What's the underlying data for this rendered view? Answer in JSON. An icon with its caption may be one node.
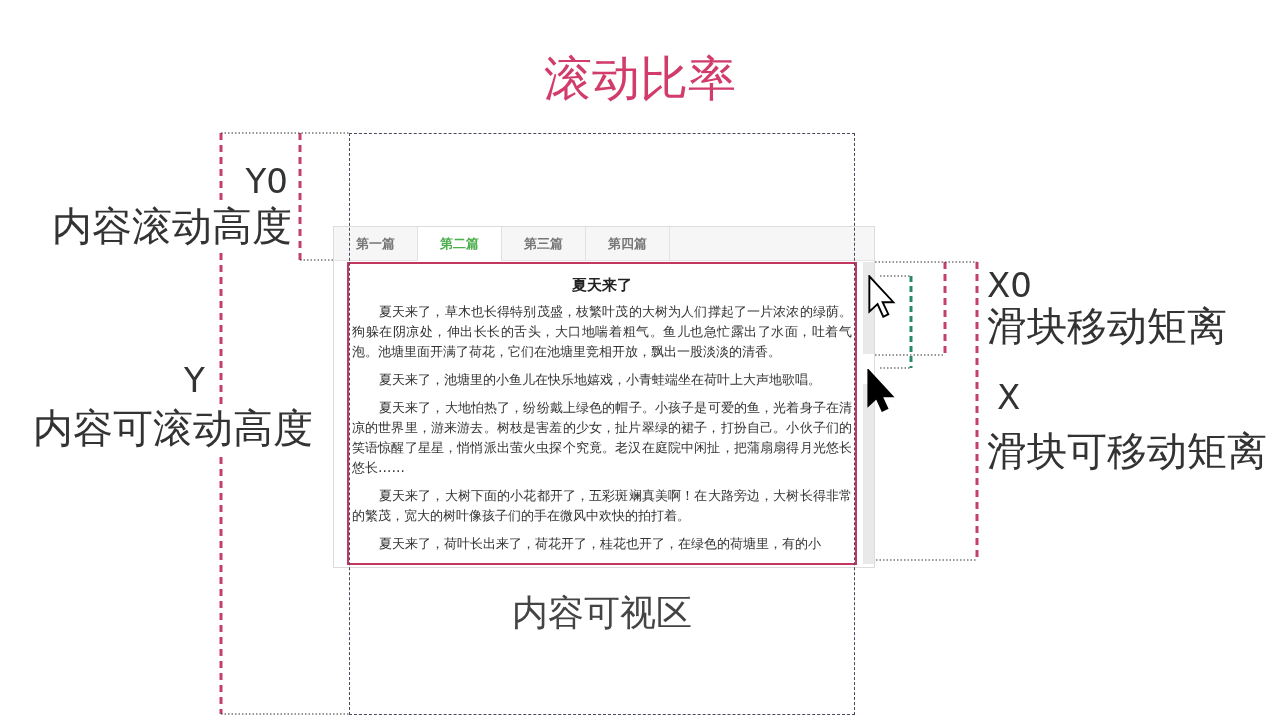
{
  "diagram": {
    "title": "滚动比率",
    "nodes": [
      {
        "text": [
          "内容可视区"
        ]
      },
      {
        "text": [],
        "shape": "box"
      },
      {
        "text": [
          "第一篇"
        ],
        "in": 1
      },
      {
        "text": [
          "第二篇"
        ],
        "in": 1
      },
      {
        "text": [
          "第三篇"
        ],
        "in": 1
      },
      {
        "text": [
          "第四篇"
        ],
        "in": 1
      },
      {
        "text": [
          "夏天来了",
          "夏天来了，草木也长得特别茂盛，枝繁叶茂的大树为人们撑起了一片浓浓的绿荫。狗躲在阴凉处，伸出长长的舌头，大口地喘着粗气。鱼儿也急忙露出了水面，吐着气泡。池塘里面开满了荷花，它们在池塘里竞相开放，飘出一股淡淡的清香。",
          "夏天来了，池塘里的小鱼儿在快乐地嬉戏，小青蛙端坐在荷叶上大声地歌唱。",
          "夏天来了，大地怕热了，纷纷戴上绿色的帽子。小孩子是可爱的鱼，光着身子在清凉的世界里，游来游去。树枝是害羞的少女，扯片翠绿的裙子，打扮自己。小伙子们的笑语惊醒了星星，悄悄派出萤火虫探个究竟。老汉在庭院中闲扯，把蒲扇扇得月光悠长悠长……",
          "夏天来了，大树下面的小花都开了，五彩斑斓真美啊！在大路旁边，大树长得非常的繁茂，宽大的树叶像孩子们的手在微风中欢快的拍打着。",
          "夏天来了，荷叶长出来了，荷花开了，桂花也开了，在绿色的荷塘里，有的小"
        ],
        "in": 1
      }
    ],
    "labels": [
      "Y0",
      "内容滚动高度",
      "X0",
      "滑块移动矩离",
      "Y",
      "内容可滚动高度",
      "X",
      "滑块可移动矩离"
    ]
  }
}
